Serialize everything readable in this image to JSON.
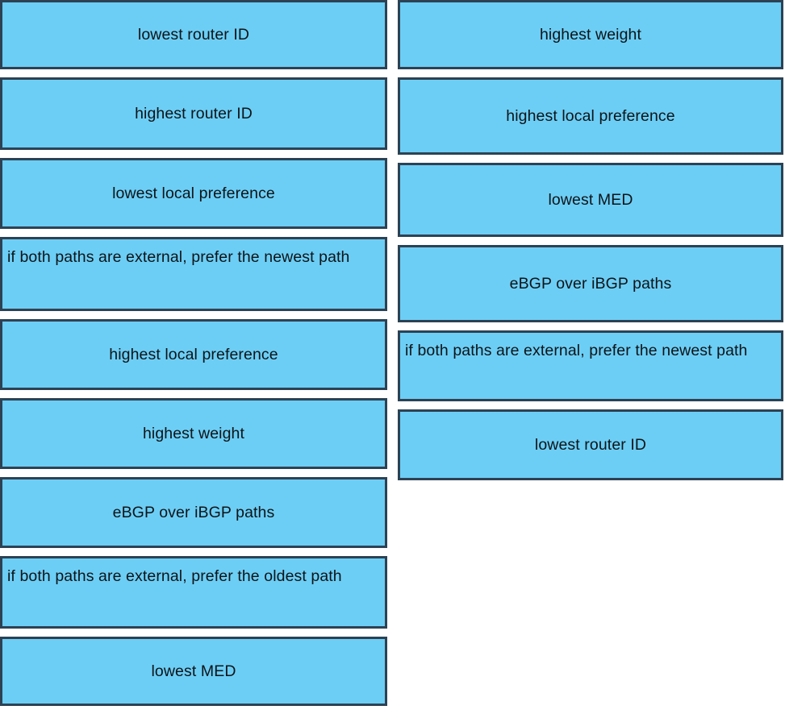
{
  "colors": {
    "box_fill": "#6DCEF5",
    "box_border": "#2C4254",
    "text": "#0D1418",
    "background": "#FFFFFF"
  },
  "left_column": {
    "name": "left-option-column",
    "items": [
      {
        "label": "lowest router ID",
        "multiline": false
      },
      {
        "label": "highest router ID",
        "multiline": false
      },
      {
        "label": "lowest local preference",
        "multiline": false
      },
      {
        "label": "if both paths are external, prefer the newest path",
        "multiline": true
      },
      {
        "label": "highest local preference",
        "multiline": false
      },
      {
        "label": "highest weight",
        "multiline": false
      },
      {
        "label": "eBGP over iBGP paths",
        "multiline": false
      },
      {
        "label": "if both paths are external, prefer the oldest path",
        "multiline": true
      },
      {
        "label": "lowest MED",
        "multiline": false
      }
    ]
  },
  "right_column": {
    "name": "right-option-column",
    "items": [
      {
        "label": "highest weight",
        "multiline": false
      },
      {
        "label": "highest local preference",
        "multiline": false
      },
      {
        "label": "lowest MED",
        "multiline": false
      },
      {
        "label": "eBGP over iBGP paths",
        "multiline": false
      },
      {
        "label": "if both paths are external, prefer the newest path",
        "multiline": true
      },
      {
        "label": "lowest router ID",
        "multiline": false
      }
    ]
  }
}
